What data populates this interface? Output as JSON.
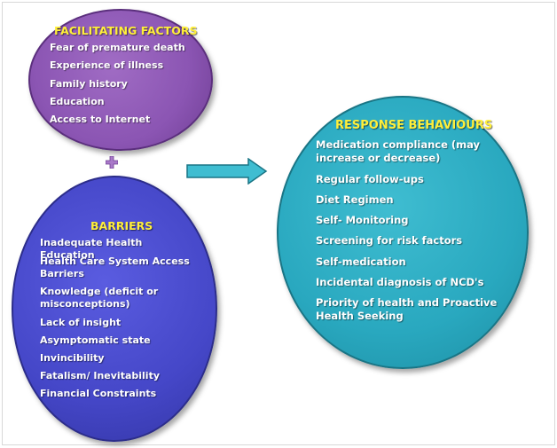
{
  "facilitating": {
    "title": "FACILITATING FACTORS",
    "items": [
      "Fear of premature death",
      "Experience of illness",
      "Family history",
      "Education",
      "Access to Internet"
    ]
  },
  "barriers": {
    "title": "BARRIERS",
    "items": [
      "Inadequate Health Education",
      "Health Care System Access Barriers",
      "Knowledge (deficit or misconceptions)",
      "Lack of insight",
      "Asymptomatic state",
      "Invincibility",
      "Fatalism/ Inevitability",
      "Financial Constraints"
    ]
  },
  "response": {
    "title": "RESPONSE BEHAVIOURS",
    "items": [
      "Medication compliance (may increase or decrease)",
      "Regular follow-ups",
      "Diet Regimen",
      "Self- Monitoring",
      "Screening for risk factors",
      "Self-medication",
      "Incidental diagnosis of NCD's",
      "Priority of health and Proactive Health Seeking"
    ]
  },
  "connectors": {
    "plus_icon": "plus-icon",
    "arrow_icon": "right-arrow-icon"
  }
}
